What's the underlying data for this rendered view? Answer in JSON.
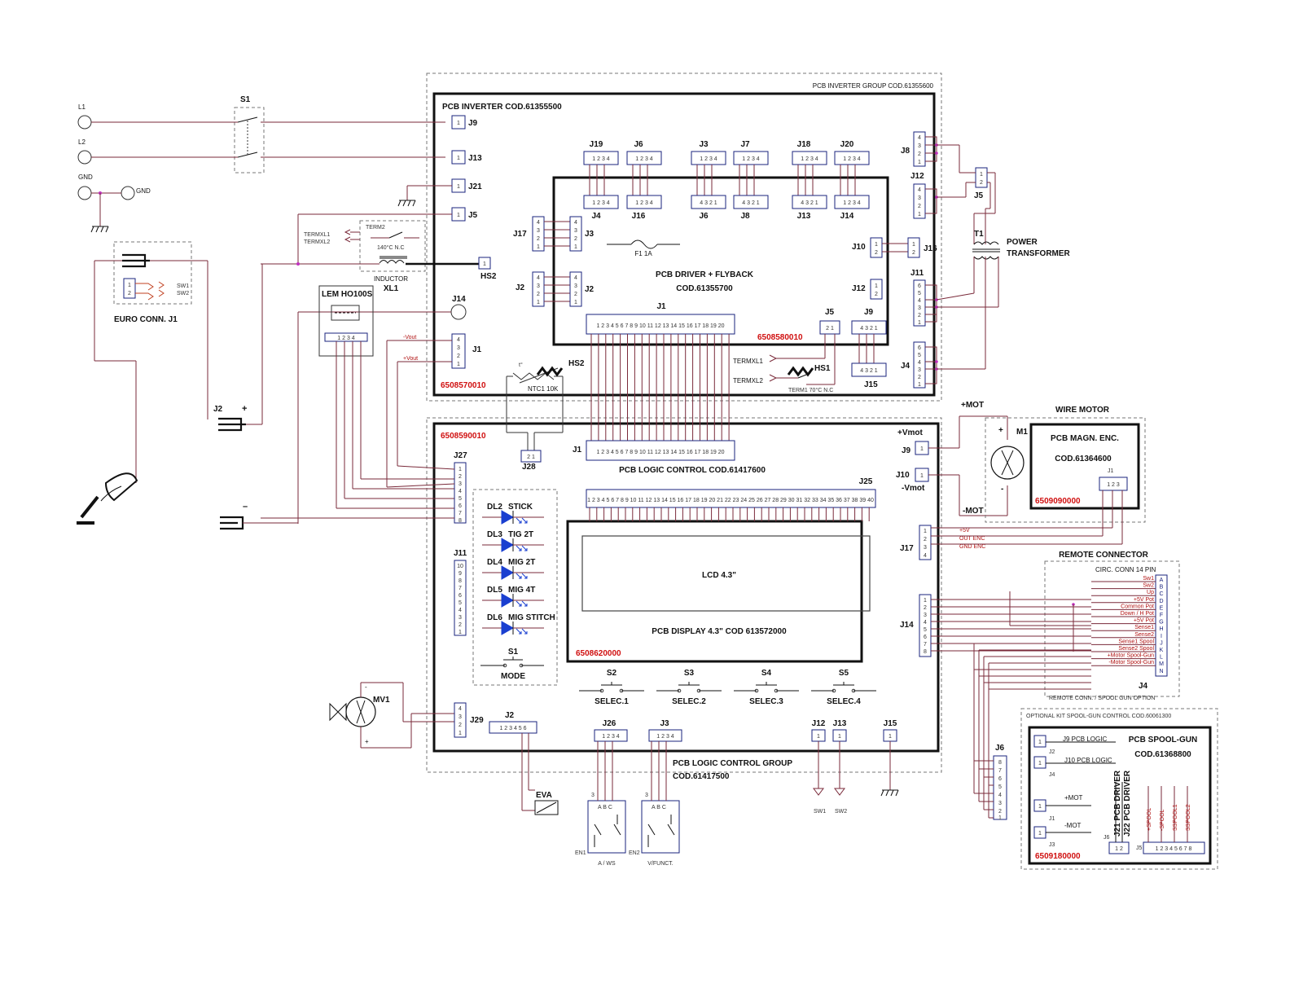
{
  "diagram": {
    "groups": {
      "inverter_group": "PCB INVERTER GROUP COD.61355600",
      "inverter": "PCB INVERTER  COD.61355500",
      "inverter_code": "6508570010",
      "driver": "PCB DRIVER + FLYBACK",
      "driver_cod": "COD.61355700",
      "driver_code": "6508580010",
      "logic": "PCB LOGIC CONTROL     COD.61417600",
      "logic_code": "6508590010",
      "logic_group": "PCB LOGIC CONTROL GROUP",
      "logic_group_cod": "COD.61417500",
      "display": "PCB DISPLAY 4.3\" COD 613572000",
      "display_code": "6508620000",
      "lcd": "LCD 4.3\"",
      "wire_motor": "WIRE MOTOR",
      "magn_enc": "PCB MAGN. ENC.",
      "magn_enc_cod": "COD.61364600",
      "magn_enc_code": "6509090000",
      "remote": "REMOTE CONNECTOR",
      "circ_conn": "CIRC. CONN    14 PIN",
      "remote_option": "REMOTE CONN. / SPOOL  GUN OPTION",
      "optional_kit": "OPTIONAL KIT  SPOOL-GUN CONTROL   COD.60061300",
      "spool_gun": "PCB SPOOL-GUN",
      "spool_gun_cod": "COD.61368800",
      "spool_code": "6509180000"
    },
    "mains": {
      "l1": "L1",
      "l2": "L2",
      "gnd": "GND",
      "gnd2": "GND",
      "s1": "S1"
    },
    "left": {
      "euro": "EURO CONN.   J1",
      "sw1": "SW1",
      "sw2": "SW2",
      "lem": "LEM HO100S",
      "inductor": "INDUCTOR",
      "xl1": "XL1",
      "term2": "TERM2",
      "term_nc": "140°C N.C",
      "termxl1": "TERMXL1",
      "termxl2": "TERMXL2",
      "hs2": "HS2",
      "j2": "J2",
      "plus": "+",
      "minus": "–",
      "mv1": "MV1"
    },
    "inverter_conns": {
      "j9": "J9",
      "j13": "J13",
      "j21": "J21",
      "j5": "J5",
      "j14": "J14",
      "j1": "J1",
      "vout_neg": "-Vout",
      "vout_pos": "+Vout",
      "ntc": "NTC1  10K",
      "hs2": "HS2",
      "top": [
        "J19",
        "J6",
        "J3",
        "J7",
        "J18",
        "J20"
      ],
      "bottom": [
        "J4",
        "J16",
        "J6",
        "J8",
        "J13",
        "J14"
      ],
      "j17": "J17",
      "j3": "J3",
      "j2l": "J2",
      "j2r": "J2",
      "fuse": "F1   1A",
      "j10": "J10",
      "j16": "J16",
      "j12": "J12",
      "j1d": "J1",
      "j5d": "J5",
      "j9d": "J9",
      "j15": "J15",
      "hs1": "HS1",
      "term1": "TERM1   70°C N.C",
      "termxl1": "TERMXL1",
      "termxl2": "TERMXL2",
      "j8": "J8",
      "j12r": "J12",
      "j11": "J11",
      "j4": "J4"
    },
    "transformer": {
      "j5": "J5",
      "t1": "T1",
      "power": "POWER",
      "transformer": "TRANSFORMER"
    },
    "logic_conns": {
      "j27": "J27",
      "j11": "J11",
      "j28": "J28",
      "j1": "J1",
      "j25": "J25",
      "vmot_pos": "+Vmot",
      "vmot_neg": "-Vmot",
      "j9": "J9",
      "j10": "J10",
      "j17": "J17",
      "j14": "J14",
      "j29": "J29",
      "j2": "J2",
      "j26": "J26",
      "j3": "J3",
      "j12": "J12",
      "j13": "J13",
      "j15": "J15"
    },
    "leds": [
      {
        "ref": "DL2",
        "name": "STICK"
      },
      {
        "ref": "DL3",
        "name": "TIG 2T"
      },
      {
        "ref": "DL4",
        "name": "MIG 2T"
      },
      {
        "ref": "DL5",
        "name": "MIG 4T"
      },
      {
        "ref": "DL6",
        "name": "MIG STITCH"
      }
    ],
    "mode_switch": {
      "ref": "S1",
      "name": "MODE"
    },
    "selectors": [
      {
        "ref": "S2",
        "name": "SELEC.1"
      },
      {
        "ref": "S3",
        "name": "SELEC.2"
      },
      {
        "ref": "S4",
        "name": "SELEC.3"
      },
      {
        "ref": "S5",
        "name": "SELEC.4"
      }
    ],
    "encoders": [
      {
        "ref": "EN1",
        "name": "A / WS"
      },
      {
        "ref": "EN2",
        "name": "V/FUNCT."
      }
    ],
    "eva": "EVA",
    "sw1": "SW1",
    "sw2": "SW2",
    "motor": {
      "ref": "M1",
      "pos": "+MOT",
      "neg": "-MOT",
      "plus": "+",
      "minus": "-"
    },
    "j17_signals": [
      "+5V",
      "OUT ENC",
      "GND ENC"
    ],
    "remote_signals": [
      "Sw1",
      "Sw2",
      "Up",
      "+5V Pot",
      "Common Pot",
      "Down / H Pot",
      "+5V Pot",
      "Sense1",
      "Sense2",
      "Sense1 Spool",
      "Sense2 Spool",
      "+Motor Spool-Gun",
      "-Motor Spool-Gun"
    ],
    "remote_letters": [
      "A",
      "B",
      "C",
      "D",
      "E",
      "F",
      "G",
      "H",
      "I",
      "J",
      "K",
      "L",
      "M",
      "N"
    ],
    "remote_j4": "J4",
    "j6": "J6",
    "spool": {
      "j2": "J2",
      "j4": "J4",
      "j1": "J1",
      "j3": "J3",
      "j6": "J6",
      "j5": "J5",
      "j9_logic": "J9 PCB LOGIC",
      "j10_logic": "J10 PCB LOGIC",
      "mot_pos": "+MOT",
      "mot_neg": "-MOT",
      "j21_driver": "J21 PCB DRIVER",
      "j22_driver": "J22 PCB DRIVER",
      "vertical": [
        "+SPOOL",
        "-SPOOL",
        "SSPOOL1",
        "SSPOOL2"
      ]
    }
  }
}
